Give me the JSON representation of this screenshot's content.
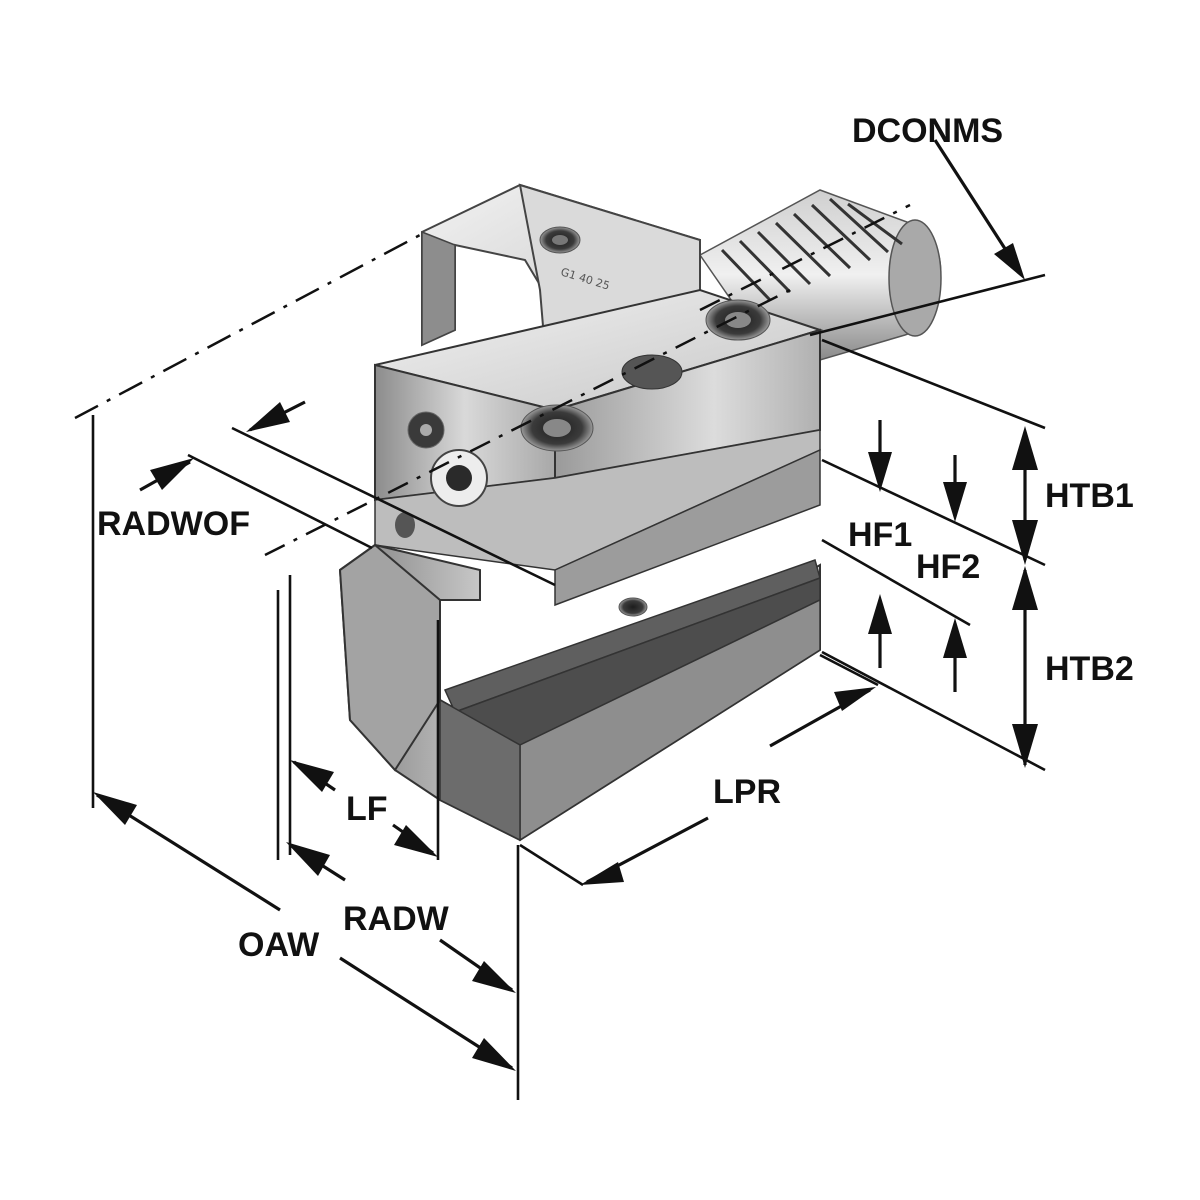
{
  "labels": {
    "dconms": "DCONMS",
    "htb1": "HTB1",
    "htb2": "HTB2",
    "hf1": "HF1",
    "hf2": "HF2",
    "radwof": "RADWOF",
    "lf": "LF",
    "lpr": "LPR",
    "radw": "RADW",
    "oaw": "OAW"
  },
  "engraving": "G1 40 25",
  "colors": {
    "steel_light": "#e6e6e6",
    "steel_mid": "#b9b9b9",
    "steel_dark": "#7a7a7a",
    "line": "#111111"
  }
}
